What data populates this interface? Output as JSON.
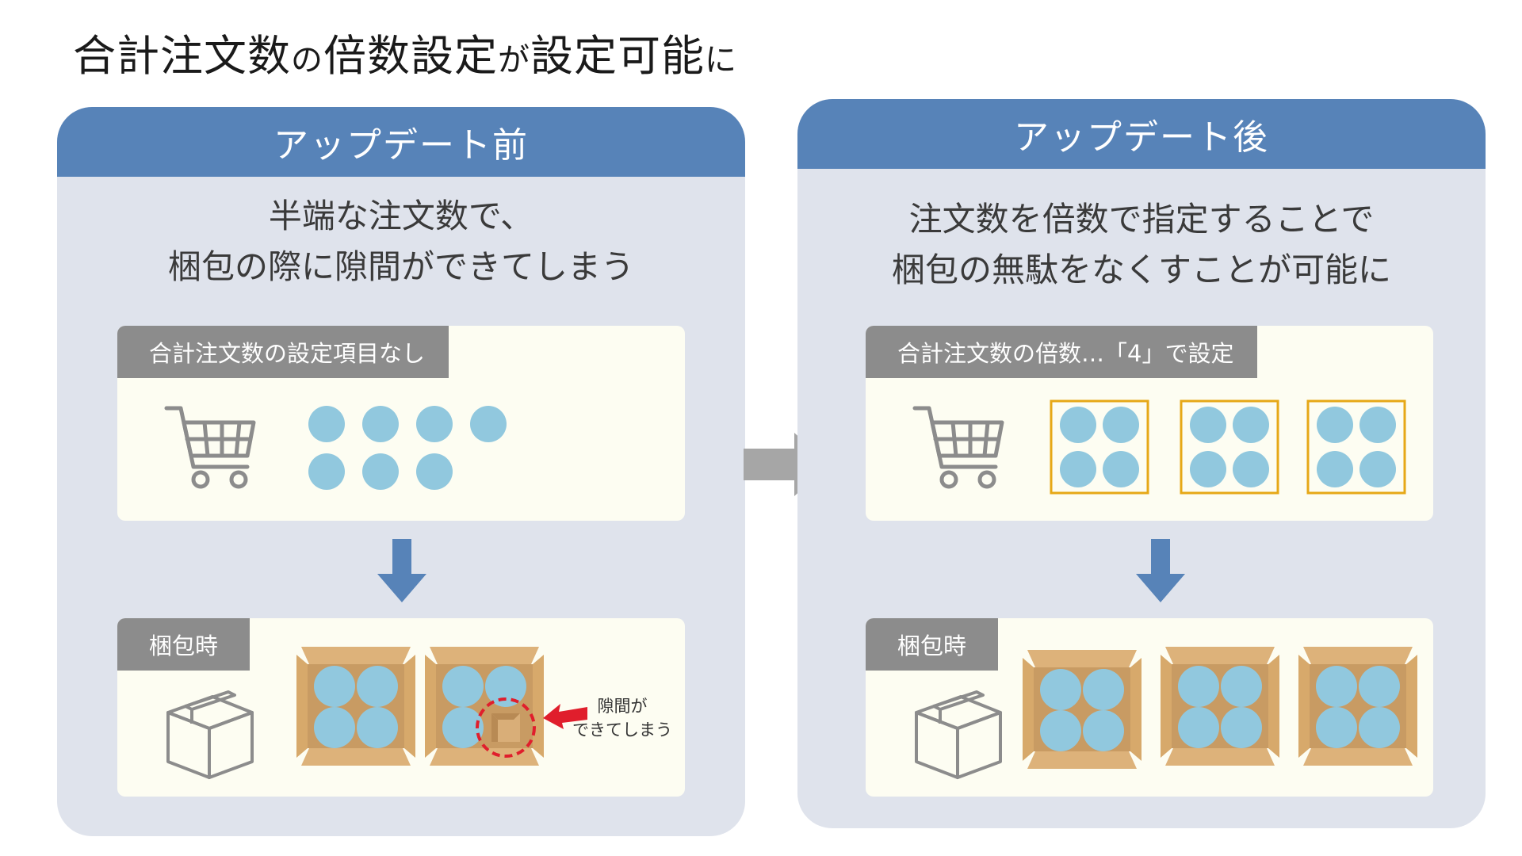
{
  "title": {
    "part1": "合計注文数",
    "part2": "の",
    "part3": "倍数設定",
    "part4": "が",
    "part5": "設定可能",
    "part6": "に"
  },
  "before": {
    "header": "アップデート前",
    "desc_line1": "半端な注文数で、",
    "desc_line2": "梱包の際に隙間ができてしまう",
    "order_tag": "合計注文数の設定項目なし",
    "pack_tag": "梱包時",
    "gap_line1": "隙間が",
    "gap_line2": "できてしまう"
  },
  "after": {
    "header": "アップデート後",
    "desc_line1": "注文数を倍数で指定することで",
    "desc_line2": "梱包の無駄をなくすことが可能に",
    "order_tag": "合計注文数の倍数…「4」で設定",
    "pack_tag": "梱包時"
  },
  "colors": {
    "header_blue": "#5783b8",
    "panel_bg": "#dfe3ec",
    "card_bg": "#fdfdf2",
    "tag_gray": "#8c8c8c",
    "item_blue": "#91c8de",
    "group_orange": "#e6a817",
    "box_brown": "#c89b63",
    "arrow_gray": "#a6a6a6",
    "highlight_red": "#e01e2c"
  },
  "icons": [
    "cart-icon",
    "package-icon",
    "cardboard-box-icon",
    "down-arrow-icon",
    "right-arrow-icon",
    "pointer-arrow-icon"
  ]
}
